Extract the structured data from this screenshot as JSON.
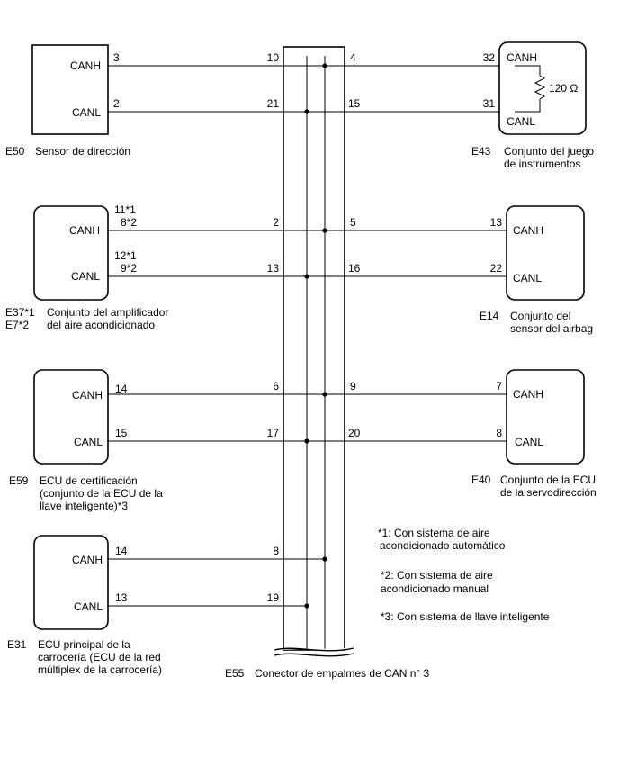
{
  "connector": {
    "id": "E55",
    "name": "Conector de empalmes de CAN n° 3"
  },
  "components": {
    "e50": {
      "id": "E50",
      "name_1": "Sensor de dirección",
      "canh": "CANH",
      "canl": "CANL",
      "pin_h": "3",
      "pin_l": "2"
    },
    "e43": {
      "id": "E43",
      "name_1": "Conjunto del juego",
      "name_2": "de instrumentos",
      "canh": "CANH",
      "canl": "CANL",
      "pin_h": "32",
      "pin_l": "31",
      "resistor": "120 Ω"
    },
    "e37": {
      "id_1": "E37*1",
      "id_2": "E7*2",
      "name_1": "Conjunto del amplificador",
      "name_2": "del aire acondicionado",
      "canh": "CANH",
      "canl": "CANL",
      "pin_h_1": "11*1",
      "pin_h_2": "8*2",
      "pin_l_1": "12*1",
      "pin_l_2": "9*2"
    },
    "e14": {
      "id": "E14",
      "name_1": "Conjunto del",
      "name_2": "sensor del airbag",
      "canh": "CANH",
      "canl": "CANL",
      "pin_h": "13",
      "pin_l": "22"
    },
    "e59": {
      "id": "E59",
      "name_1": "ECU de certificación",
      "name_2": "(conjunto de la ECU de la",
      "name_3": "llave inteligente)*3",
      "canh": "CANH",
      "canl": "CANL",
      "pin_h": "14",
      "pin_l": "15"
    },
    "e40": {
      "id": "E40",
      "name_1": "Conjunto de la ECU",
      "name_2": "de la servodirección",
      "canh": "CANH",
      "canl": "CANL",
      "pin_h": "7",
      "pin_l": "8"
    },
    "e31": {
      "id": "E31",
      "name_1": "ECU principal de la",
      "name_2": "carrocería (ECU de la red",
      "name_3": "múltiplex de la carrocería)",
      "canh": "CANH",
      "canl": "CANL",
      "pin_h": "14",
      "pin_l": "13"
    }
  },
  "junction_pins": {
    "r1_h_left": "10",
    "r1_h_right": "4",
    "r1_l_left": "21",
    "r1_l_right": "15",
    "r2_h_left": "2",
    "r2_h_right": "5",
    "r2_l_left": "13",
    "r2_l_right": "16",
    "r3_h_left": "6",
    "r3_h_right": "9",
    "r3_l_left": "17",
    "r3_l_right": "20",
    "r4_h_left": "8",
    "r4_l_left": "19"
  },
  "notes": {
    "n1_a": "*1: Con sistema de aire",
    "n1_b": "acondicionado automático",
    "n2_a": "*2: Con sistema de aire",
    "n2_b": "acondicionado manual",
    "n3": "*3: Con sistema de llave inteligente"
  }
}
